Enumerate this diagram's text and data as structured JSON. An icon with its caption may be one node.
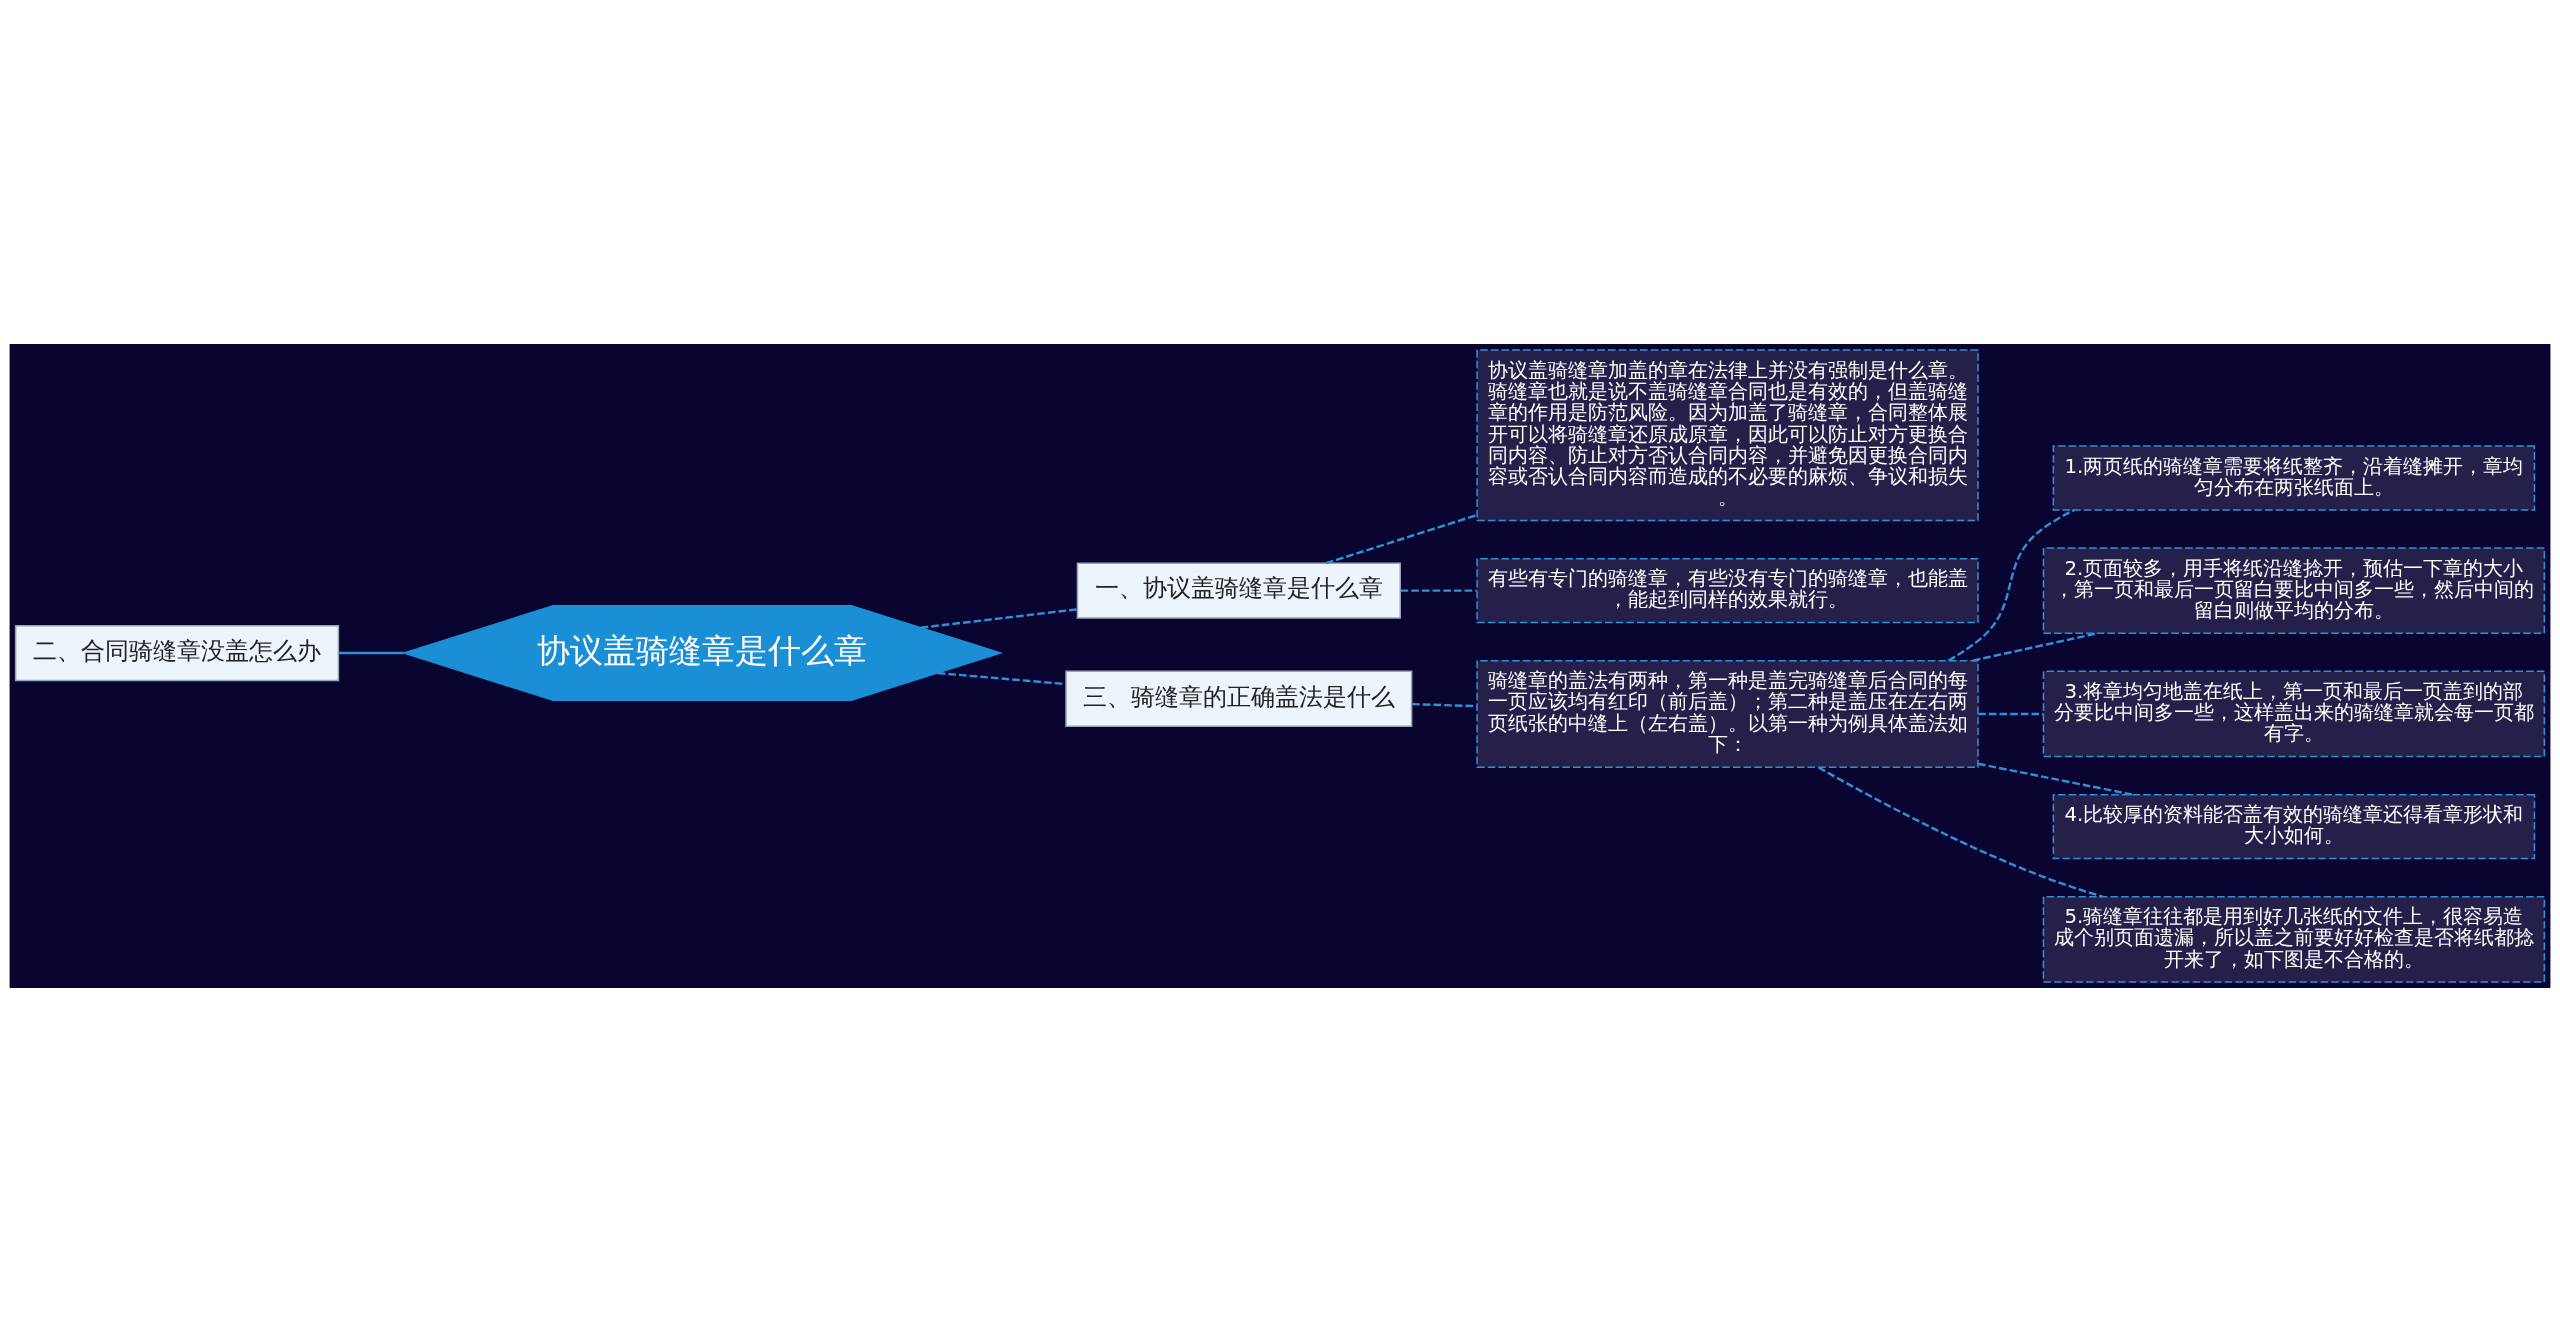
{
  "diagram": {
    "nodes": [
      {
        "text": [
          "二、合同骑缝章没盖怎么办"
        ]
      },
      {
        "text": [
          "协议盖骑缝章是什么章"
        ]
      },
      {
        "text": [
          "一、协议盖骑缝章是什么章"
        ]
      },
      {
        "text": [
          "协议盖骑缝章加盖的章在法律上并没有强制是什么章。骑缝章也就是说不盖骑缝章合同也是有效的，但盖骑缝章的作用是防范风险。因为加盖了骑缝章，合同整体展开可以将骑缝章还原成原章，因此可以防止对方更换合同内容、防止对方否认合同内容，并避免因更换合同内容或否认合同内容而造成的不必要的麻烦、争议和损失。"
        ]
      },
      {
        "text": [
          "有些有专门的骑缝章，有些没有专门的骑缝章，也能盖，能起到同样的效果就行。"
        ]
      },
      {
        "text": [
          "三、骑缝章的正确盖法是什么"
        ]
      },
      {
        "text": [
          "骑缝章的盖法有两种，第一种是盖完骑缝章后合同的每一页应该均有红印（前后盖）；第二种是盖压在左右两页纸张的中缝上（左右盖）。以第一种为例具体盖法如下："
        ]
      },
      {
        "text": [
          "1.两页纸的骑缝章需要将纸整齐，沿着缝摊开，章均匀分布在两张纸面上。"
        ]
      },
      {
        "text": [
          "2.页面较多，用手将纸沿缝捻开，预估一下章的大小，第一页和最后一页留白要比中间多一些，然后中间的留白则做平均的分布。"
        ]
      },
      {
        "text": [
          "3.将章均匀地盖在纸上，第一页和最后一页盖到的部分要比中间多一些，这样盖出来的骑缝章就会每一页都有字。"
        ]
      },
      {
        "text": [
          "4.比较厚的资料能否盖有效的骑缝章还得看章形状和大小如何。"
        ]
      },
      {
        "text": [
          "5.骑缝章往往都是用到好几张纸的文件上，很容易造成个别页面遗漏，所以盖之前要好好检查是否将纸都捻开来了，如下图是不合格的。"
        ]
      }
    ],
    "edges": [
      {
        "from": 1,
        "to": 0,
        "arrow": "none"
      },
      {
        "from": 1,
        "to": 2,
        "arrow": "none",
        "style": "dashed"
      },
      {
        "from": 1,
        "to": 5,
        "arrow": "none",
        "style": "dashed"
      },
      {
        "from": 2,
        "to": 3,
        "arrow": "none",
        "style": "dashed"
      },
      {
        "from": 2,
        "to": 4,
        "arrow": "none",
        "style": "dashed"
      },
      {
        "from": 5,
        "to": 6,
        "arrow": "none",
        "style": "dashed"
      },
      {
        "from": 6,
        "to": 7,
        "arrow": "none",
        "style": "dashed"
      },
      {
        "from": 6,
        "to": 8,
        "arrow": "none",
        "style": "dashed"
      },
      {
        "from": 6,
        "to": 9,
        "arrow": "none",
        "style": "dashed"
      },
      {
        "from": 6,
        "to": 10,
        "arrow": "none",
        "style": "dashed"
      },
      {
        "from": 6,
        "to": 11,
        "arrow": "none",
        "style": "dashed"
      }
    ]
  }
}
